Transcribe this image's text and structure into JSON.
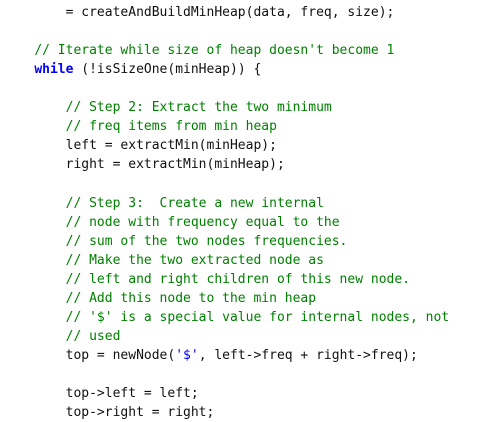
{
  "code": {
    "lines": [
      {
        "indent": "        ",
        "tokens": [
          {
            "type": "plain",
            "text": "= createAndBuildMinHeap(data, freq, size);"
          }
        ]
      },
      {
        "indent": "",
        "tokens": []
      },
      {
        "indent": "    ",
        "tokens": [
          {
            "type": "comment",
            "text": "// Iterate while size of heap doesn't become 1"
          }
        ]
      },
      {
        "indent": "    ",
        "tokens": [
          {
            "type": "keyword",
            "text": "while"
          },
          {
            "type": "plain",
            "text": " (!isSizeOne(minHeap)) {"
          }
        ]
      },
      {
        "indent": "",
        "tokens": []
      },
      {
        "indent": "        ",
        "tokens": [
          {
            "type": "comment",
            "text": "// Step 2: Extract the two minimum"
          }
        ]
      },
      {
        "indent": "        ",
        "tokens": [
          {
            "type": "comment",
            "text": "// freq items from min heap"
          }
        ]
      },
      {
        "indent": "        ",
        "tokens": [
          {
            "type": "plain",
            "text": "left = extractMin(minHeap);"
          }
        ]
      },
      {
        "indent": "        ",
        "tokens": [
          {
            "type": "plain",
            "text": "right = extractMin(minHeap);"
          }
        ]
      },
      {
        "indent": "",
        "tokens": []
      },
      {
        "indent": "        ",
        "tokens": [
          {
            "type": "comment",
            "text": "// Step 3:  Create a new internal"
          }
        ]
      },
      {
        "indent": "        ",
        "tokens": [
          {
            "type": "comment",
            "text": "// node with frequency equal to the"
          }
        ]
      },
      {
        "indent": "        ",
        "tokens": [
          {
            "type": "comment",
            "text": "// sum of the two nodes frequencies."
          }
        ]
      },
      {
        "indent": "        ",
        "tokens": [
          {
            "type": "comment",
            "text": "// Make the two extracted node as"
          }
        ]
      },
      {
        "indent": "        ",
        "tokens": [
          {
            "type": "comment",
            "text": "// left and right children of this new node."
          }
        ]
      },
      {
        "indent": "        ",
        "tokens": [
          {
            "type": "comment",
            "text": "// Add this node to the min heap"
          }
        ]
      },
      {
        "indent": "        ",
        "tokens": [
          {
            "type": "comment",
            "text": "// '$' is a special value for internal nodes, not"
          }
        ]
      },
      {
        "indent": "        ",
        "tokens": [
          {
            "type": "comment",
            "text": "// used"
          }
        ]
      },
      {
        "indent": "        ",
        "tokens": [
          {
            "type": "plain",
            "text": "top = newNode("
          },
          {
            "type": "string",
            "text": "'$'"
          },
          {
            "type": "plain",
            "text": ", left->freq + right->freq);"
          }
        ]
      },
      {
        "indent": "",
        "tokens": []
      },
      {
        "indent": "        ",
        "tokens": [
          {
            "type": "plain",
            "text": "top->left = left;"
          }
        ]
      },
      {
        "indent": "        ",
        "tokens": [
          {
            "type": "plain",
            "text": "top->right = right;"
          }
        ]
      }
    ]
  },
  "colors": {
    "background": "#ffffff",
    "plain": "#111111",
    "comment": "#008000",
    "keyword": "#0000ff",
    "string": "#0000ff"
  }
}
